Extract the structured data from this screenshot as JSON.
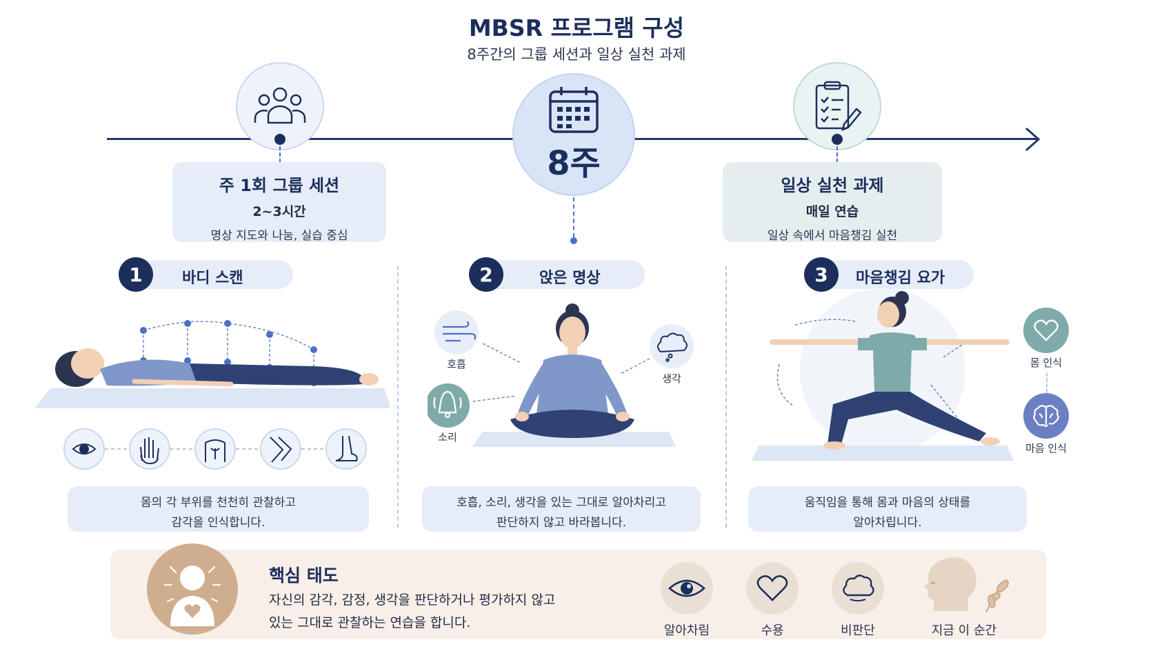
{
  "header": {
    "title": "MBSR 프로그램 구성",
    "subtitle": "8주간의 그룹 세션과 일상 실천 과제"
  },
  "timeline": {
    "center_label": "8주",
    "left": {
      "icon": "group-people-icon",
      "title": "주 1회 그룹 세션",
      "sub": "2~3시간",
      "desc": "명상 지도와 나눔, 실습 중심"
    },
    "center_icon": "calendar-icon",
    "right": {
      "icon": "clipboard-checklist-icon",
      "title": "일상 실천 과제",
      "sub": "매일 연습",
      "desc": "일상 속에서 마음챙김 실천"
    }
  },
  "steps": [
    {
      "number": "1",
      "label": "바디 스캔",
      "desc_line1": "몸의 각 부위를 천천히 관찰하고",
      "desc_line2": "감각을 인식합니다.",
      "body_icons": [
        "eye-icon",
        "hand-icon",
        "torso-icon",
        "knee-icon",
        "foot-icon"
      ]
    },
    {
      "number": "2",
      "label": "앉은 명상",
      "desc_line1": "호흡, 소리, 생각을 있는 그대로 알아차리고",
      "desc_line2": "판단하지 않고 바라봅니다.",
      "focus": [
        {
          "label": "호흡",
          "icon": "wind-icon"
        },
        {
          "label": "소리",
          "icon": "bell-icon"
        },
        {
          "label": "생각",
          "icon": "thought-cloud-icon"
        }
      ]
    },
    {
      "number": "3",
      "label": "마음챙김 요가",
      "desc_line1": "움직임을 통해 몸과 마음의 상태를",
      "desc_line2": "알아차립니다.",
      "awareness": [
        {
          "label": "몸 인식",
          "icon": "heart-icon"
        },
        {
          "label": "마음 인식",
          "icon": "brain-icon"
        }
      ]
    }
  ],
  "core": {
    "title": "핵심 태도",
    "line1": "자신의 감각, 감정, 생각을 판단하거나 평가하지 않고",
    "line2": "있는 그대로 관찰하는 연습을 합니다.",
    "attitudes": [
      {
        "label": "알아차림",
        "icon": "eye-icon"
      },
      {
        "label": "수용",
        "icon": "heart-icon"
      },
      {
        "label": "비판단",
        "icon": "cloud-icon"
      },
      {
        "label": "지금 이 순간",
        "icon": "head-profile-icon"
      }
    ]
  },
  "colors": {
    "navy": "#1b2e5c",
    "light_blue": "#e6edf8",
    "teal": "#6fa3a6",
    "periwinkle": "#6b7fc4",
    "beige": "#f8efe8",
    "tan": "#c9a88a"
  }
}
